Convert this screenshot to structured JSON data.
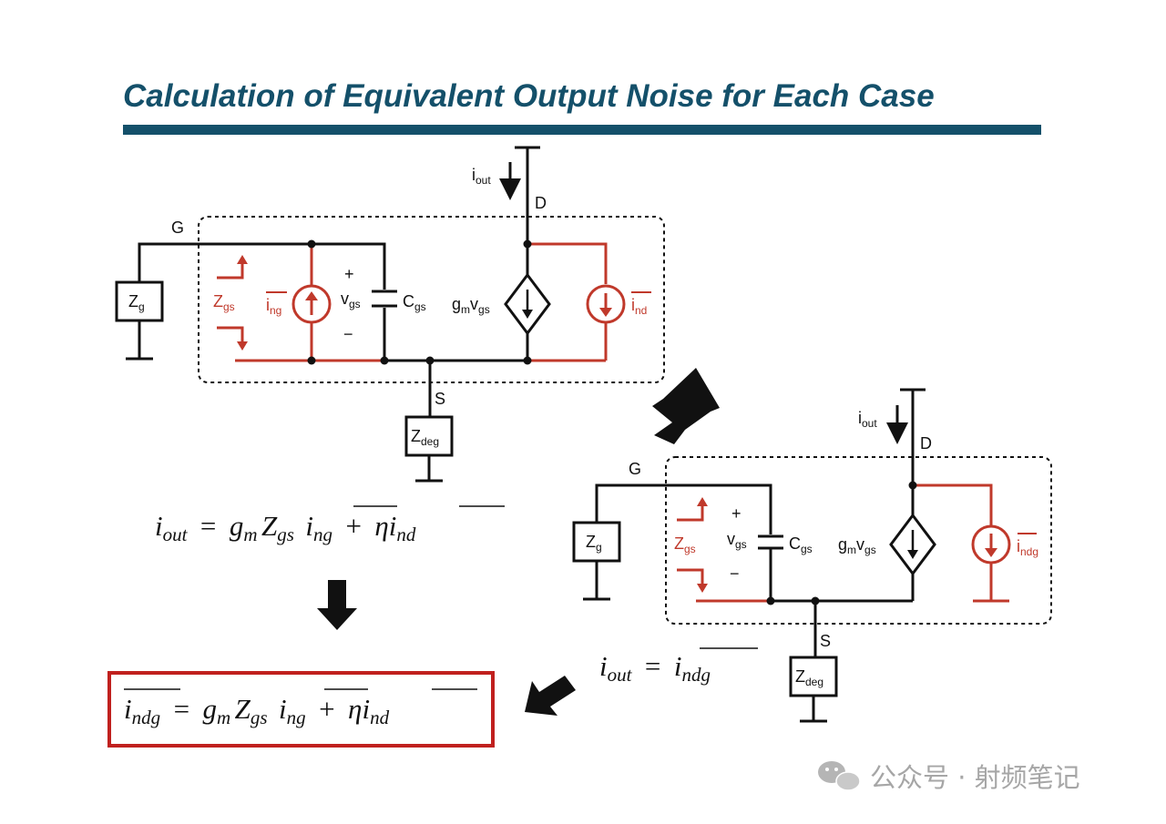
{
  "title": "Calculation of Equivalent Output Noise for Each Case",
  "colors": {
    "title": "#14506a",
    "noise": "#c0392b",
    "result_box": "#c0201e",
    "wire": "#111111"
  },
  "circuit1": {
    "node_g": "G",
    "node_d": "D",
    "node_s": "S",
    "iout_label": "i",
    "iout_sub": "out",
    "zg_label": "Z",
    "zg_sub": "g",
    "zgs_label": "Z",
    "zgs_sub": "gs",
    "ing_label": "i",
    "ing_sub": "ng",
    "vgs_plus": "+",
    "vgs_label": "v",
    "vgs_sub": "gs",
    "vgs_minus": "−",
    "cgs_label": "C",
    "cgs_sub": "gs",
    "gm_label": "g",
    "gm_sub": "m",
    "gm_v": "v",
    "gm_v_sub": "gs",
    "ind_label": "i",
    "ind_sub": "nd",
    "zdeg_label": "Z",
    "zdeg_sub": "deg"
  },
  "circuit2": {
    "node_g": "G",
    "node_d": "D",
    "node_s": "S",
    "iout_label": "i",
    "iout_sub": "out",
    "zg_label": "Z",
    "zg_sub": "g",
    "zgs_label": "Z",
    "zgs_sub": "gs",
    "vgs_plus": "+",
    "vgs_label": "v",
    "vgs_sub": "gs",
    "vgs_minus": "−",
    "cgs_label": "C",
    "cgs_sub": "gs",
    "gm_label": "g",
    "gm_sub": "m",
    "gm_v": "v",
    "gm_v_sub": "gs",
    "indg_label": "i",
    "indg_sub": "ndg",
    "zdeg_label": "Z",
    "zdeg_sub": "deg"
  },
  "equations": {
    "eq1": {
      "i": "i",
      "out": "out",
      "eq": "=",
      "g": "g",
      "m": "m",
      "Z": "Z",
      "gs": "gs",
      "i2": "i",
      "ng": "ng",
      "plus": "+",
      "eta": "η",
      "i3": "i",
      "nd": "nd"
    },
    "eq2": {
      "i": "i",
      "out": "out",
      "eq": "=",
      "i2": "i",
      "ndg": "ndg"
    },
    "eq3": {
      "i": "i",
      "ndg": "ndg",
      "eq": "=",
      "g": "g",
      "m": "m",
      "Z": "Z",
      "gs": "gs",
      "i2": "i",
      "ng": "ng",
      "plus": "+",
      "eta": "η",
      "i3": "i",
      "nd": "nd"
    }
  },
  "watermark": {
    "text": "公众号 · 射频笔记",
    "icon": "wechat-icon"
  }
}
